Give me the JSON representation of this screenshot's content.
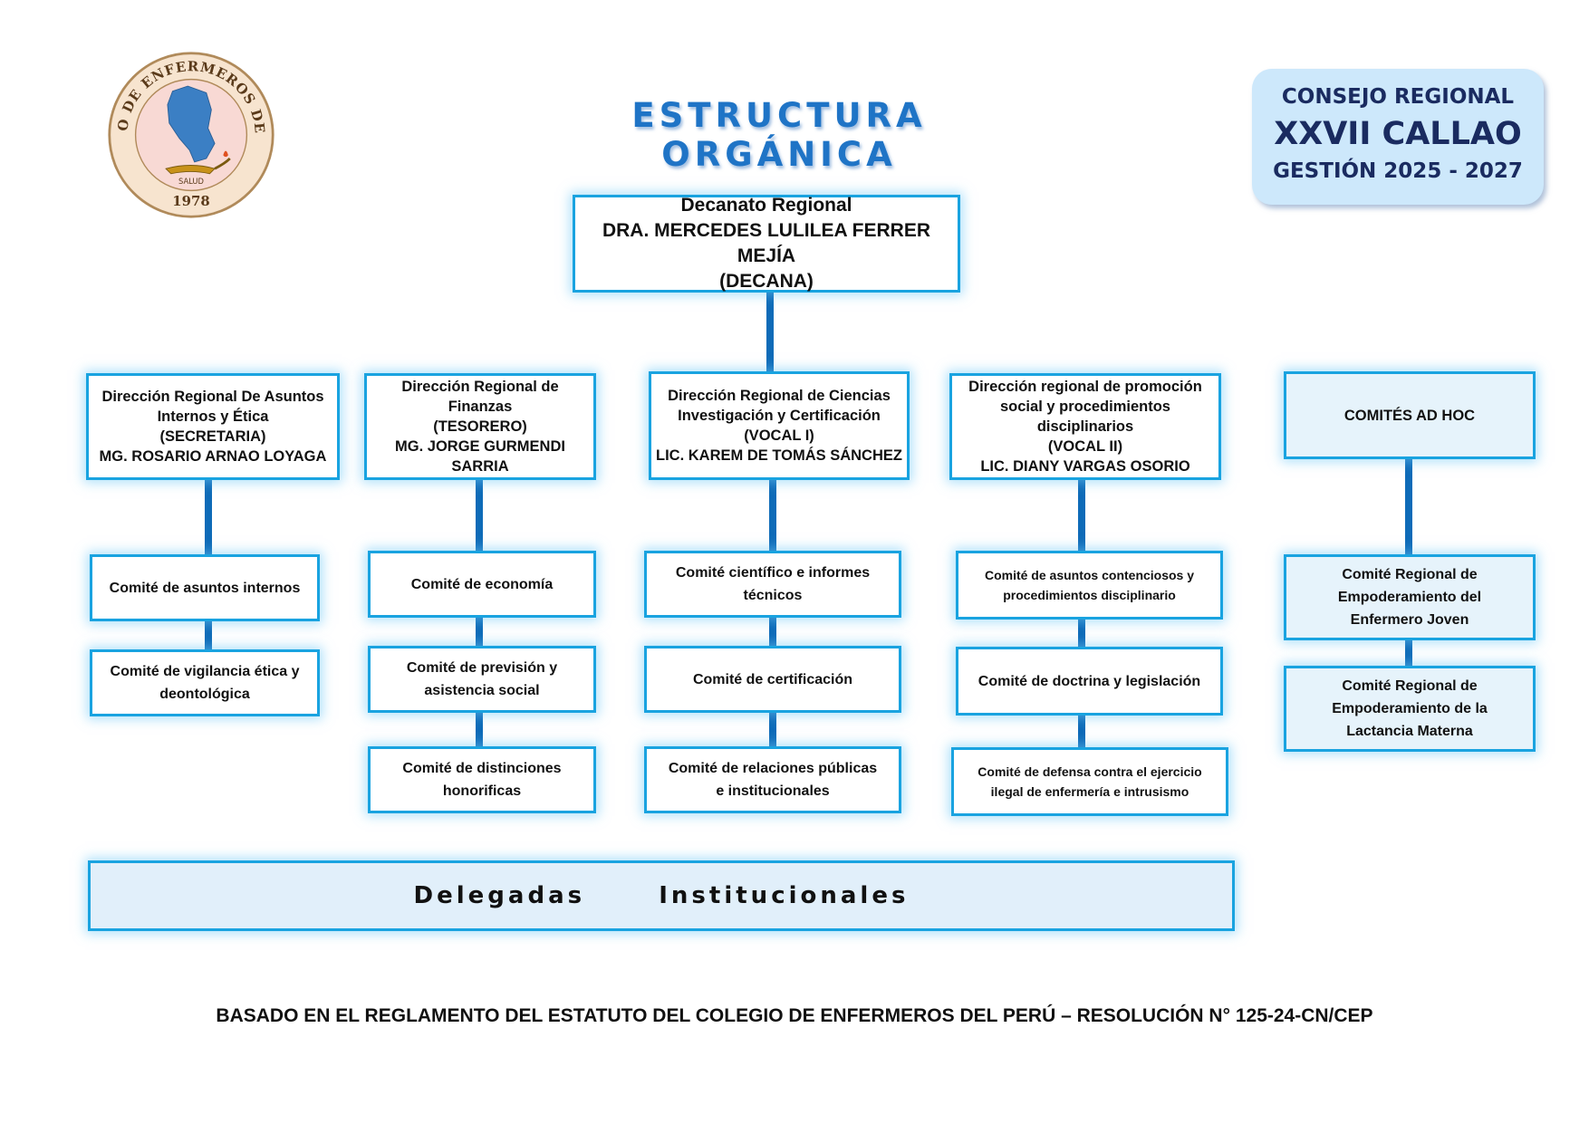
{
  "seal": {
    "ring_text_top": "COLEGIO DE ENFERMEROS DEL PERU",
    "year": "1978",
    "motto": "SALUD"
  },
  "title": "ESTRUCTURA ORGÁNICA",
  "council": {
    "line1": "CONSEJO REGIONAL",
    "line2": "XXVII CALLAO",
    "line3": "GESTIÓN 2025 - 2027"
  },
  "root": {
    "lines": [
      "Decanato Regional",
      "DRA. MERCEDES LULILEA FERRER MEJÍA",
      "(DECANA)"
    ]
  },
  "directions": [
    {
      "lines": [
        "Dirección Regional De Asuntos",
        "Internos y Ética",
        "(SECRETARIA)",
        "MG. ROSARIO ARNAO LOYAGA"
      ]
    },
    {
      "lines": [
        "Dirección Regional de Finanzas",
        "(TESORERO)",
        "MG. JORGE GURMENDI SARRIA"
      ]
    },
    {
      "lines": [
        "Dirección Regional de Ciencias",
        "Investigación y Certificación",
        "(VOCAL I)",
        "LIC. KAREM DE TOMÁS SÁNCHEZ"
      ]
    },
    {
      "lines": [
        "Dirección regional de promoción",
        "social y procedimientos disciplinarios",
        "(VOCAL II)",
        "LIC. DIANY VARGAS OSORIO"
      ]
    },
    {
      "lines": [
        "COMITÉS AD HOC"
      ]
    }
  ],
  "committees": {
    "col1": [
      {
        "lines": [
          "Comité de asuntos internos"
        ]
      },
      {
        "lines": [
          "Comité de vigilancia ética y",
          "deontológica"
        ]
      }
    ],
    "col2": [
      {
        "lines": [
          "Comité de economía"
        ]
      },
      {
        "lines": [
          "Comité de previsión y",
          "asistencia social"
        ]
      },
      {
        "lines": [
          "Comité de distinciones",
          "honorificas"
        ]
      }
    ],
    "col3": [
      {
        "lines": [
          "Comité científico e informes",
          "técnicos"
        ]
      },
      {
        "lines": [
          "Comité de certificación"
        ]
      },
      {
        "lines": [
          "Comité de relaciones públicas",
          "e institucionales"
        ]
      }
    ],
    "col4": [
      {
        "lines": [
          "Comité de asuntos contenciosos y",
          "procedimientos disciplinario"
        ]
      },
      {
        "lines": [
          "Comité de doctrina y legislación"
        ]
      },
      {
        "lines": [
          "Comité de defensa contra el ejercicio",
          "ilegal de enfermería e intrusismo"
        ]
      }
    ],
    "col5": [
      {
        "lines": [
          "Comité Regional de",
          "Empoderamiento del",
          "Enfermero Joven"
        ]
      },
      {
        "lines": [
          "Comité Regional de",
          "Empoderamiento de la",
          "Lactancia Materna"
        ]
      }
    ]
  },
  "delegates": "Delegadas   Institucionales",
  "footer": "BASADO EN EL REGLAMENTO DEL ESTATUTO DEL COLEGIO DE ENFERMEROS DEL PERÚ – RESOLUCIÓN N° 125-24-CN/CEP",
  "colors": {
    "box_border": "#19a3e0",
    "connector": "#0e6bb8",
    "title": "#1f74c6",
    "council_bg": "#cde8fb",
    "council_text": "#1a2b60"
  }
}
